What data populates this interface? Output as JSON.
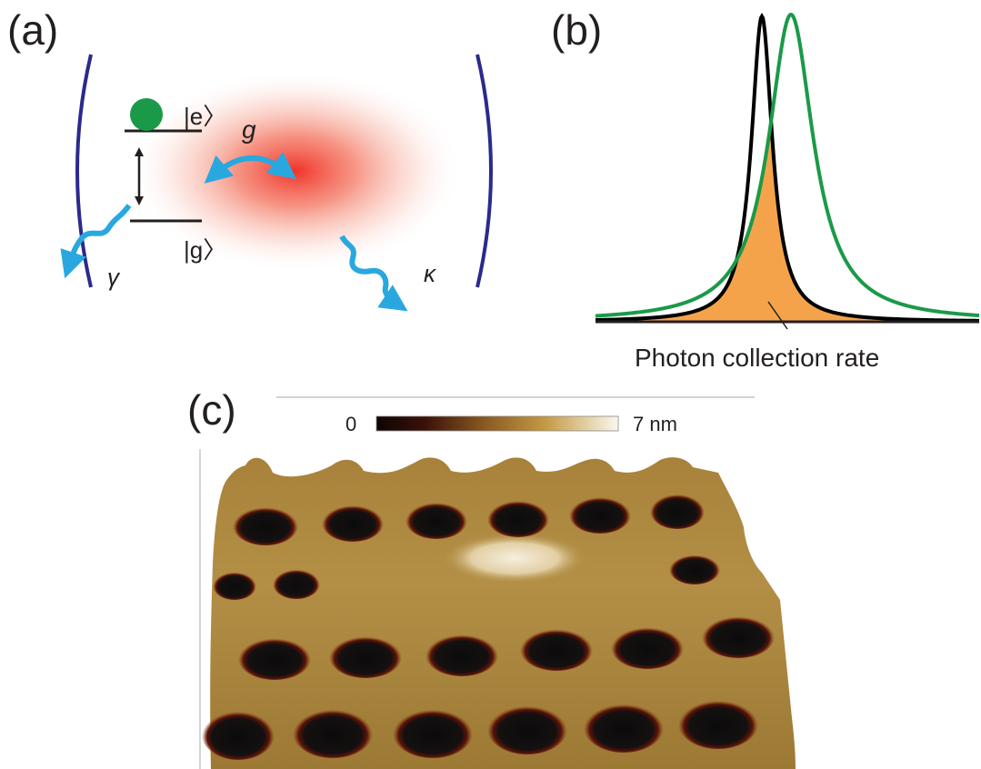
{
  "panel_a": {
    "label": "(a)",
    "excited_state": "|e〉",
    "ground_state": "|g〉",
    "coupling": "g",
    "atom_decay": "γ",
    "cavity_decay": "κ"
  },
  "panel_b": {
    "label": "(b)",
    "annotation": "Photon collection rate",
    "colors": {
      "atom": "#000000",
      "cavity": "#1a9a48",
      "overlap": "#f5a34a"
    }
  },
  "panel_c": {
    "label": "(c)",
    "colorbar_min": "0",
    "colorbar_max": "7 nm"
  },
  "colors": {
    "mirror": "#2b2a8c",
    "arrow_blue": "#29a8e0",
    "atom_green": "#1a9a48",
    "mode_red": "#f0342a"
  }
}
